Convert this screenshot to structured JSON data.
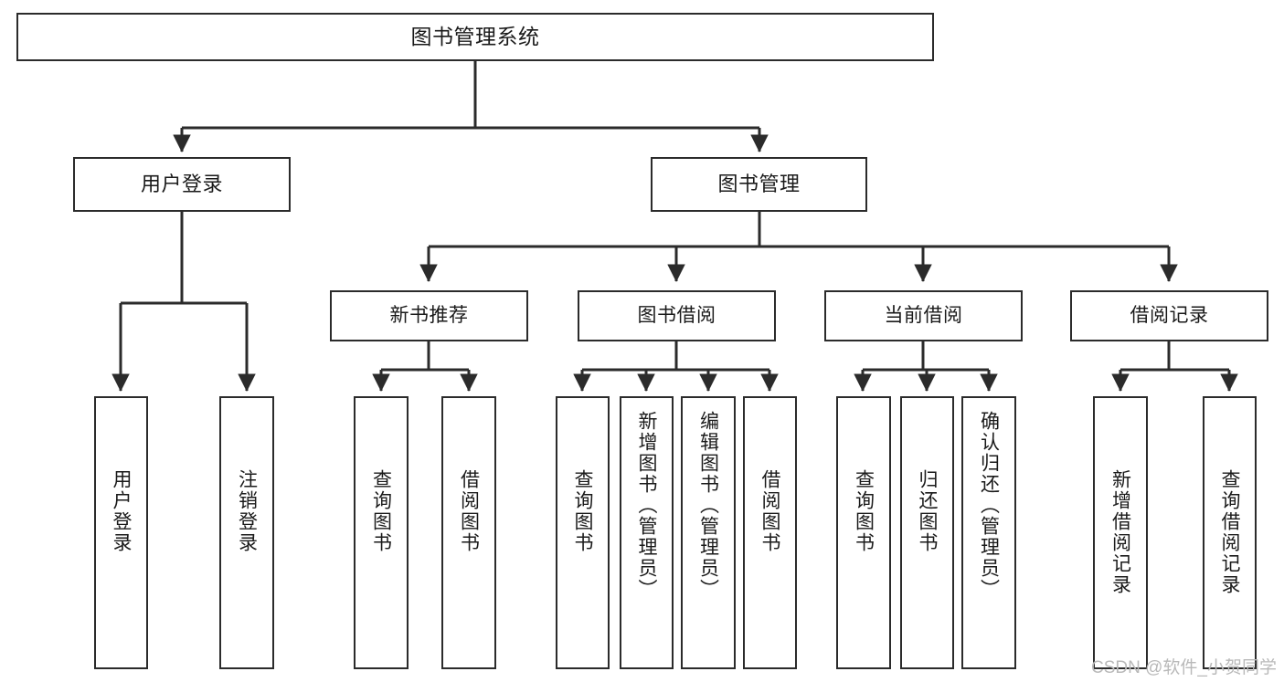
{
  "diagram": {
    "type": "tree-hierarchy-chart",
    "title": "图书管理系统",
    "watermark": "CSDN @软件_小贺同学",
    "colors": {
      "box_border": "#2b2b2b",
      "box_fill": "#ffffff",
      "connector": "#2b2b2b",
      "text": "#1a1a1a",
      "watermark": "#b9b9b9",
      "background": "#ffffff"
    },
    "root": {
      "label": "图书管理系统"
    },
    "level1": [
      {
        "id": "user-login",
        "label": "用户登录"
      },
      {
        "id": "book-management",
        "label": "图书管理"
      }
    ],
    "level2": [
      {
        "id": "new-book-recommend",
        "label": "新书推荐",
        "parent": "book-management"
      },
      {
        "id": "book-borrow",
        "label": "图书借阅",
        "parent": "book-management"
      },
      {
        "id": "current-borrow",
        "label": "当前借阅",
        "parent": "book-management"
      },
      {
        "id": "borrow-record",
        "label": "借阅记录",
        "parent": "book-management"
      }
    ],
    "leaves": [
      {
        "id": "leaf-user-login",
        "label": "用户登录",
        "parent": "user-login"
      },
      {
        "id": "leaf-user-logout",
        "label": "注销登录",
        "parent": "user-login"
      },
      {
        "id": "leaf-query-book-1",
        "label": "查询图书",
        "parent": "new-book-recommend"
      },
      {
        "id": "leaf-borrow-book-1",
        "label": "借阅图书",
        "parent": "new-book-recommend"
      },
      {
        "id": "leaf-query-book-2",
        "label": "查询图书",
        "parent": "book-borrow"
      },
      {
        "id": "leaf-add-book",
        "label": "新增图书（管理员）",
        "parent": "book-borrow"
      },
      {
        "id": "leaf-edit-book",
        "label": "编辑图书（管理员）",
        "parent": "book-borrow"
      },
      {
        "id": "leaf-borrow-book-2",
        "label": "借阅图书",
        "parent": "book-borrow"
      },
      {
        "id": "leaf-query-book-3",
        "label": "查询图书",
        "parent": "current-borrow"
      },
      {
        "id": "leaf-return-book",
        "label": "归还图书",
        "parent": "current-borrow"
      },
      {
        "id": "leaf-confirm-return",
        "label": "确认归还（管理员）",
        "parent": "current-borrow"
      },
      {
        "id": "leaf-add-record",
        "label": "新增借阅记录",
        "parent": "borrow-record"
      },
      {
        "id": "leaf-query-record",
        "label": "查询借阅记录",
        "parent": "borrow-record"
      }
    ]
  }
}
